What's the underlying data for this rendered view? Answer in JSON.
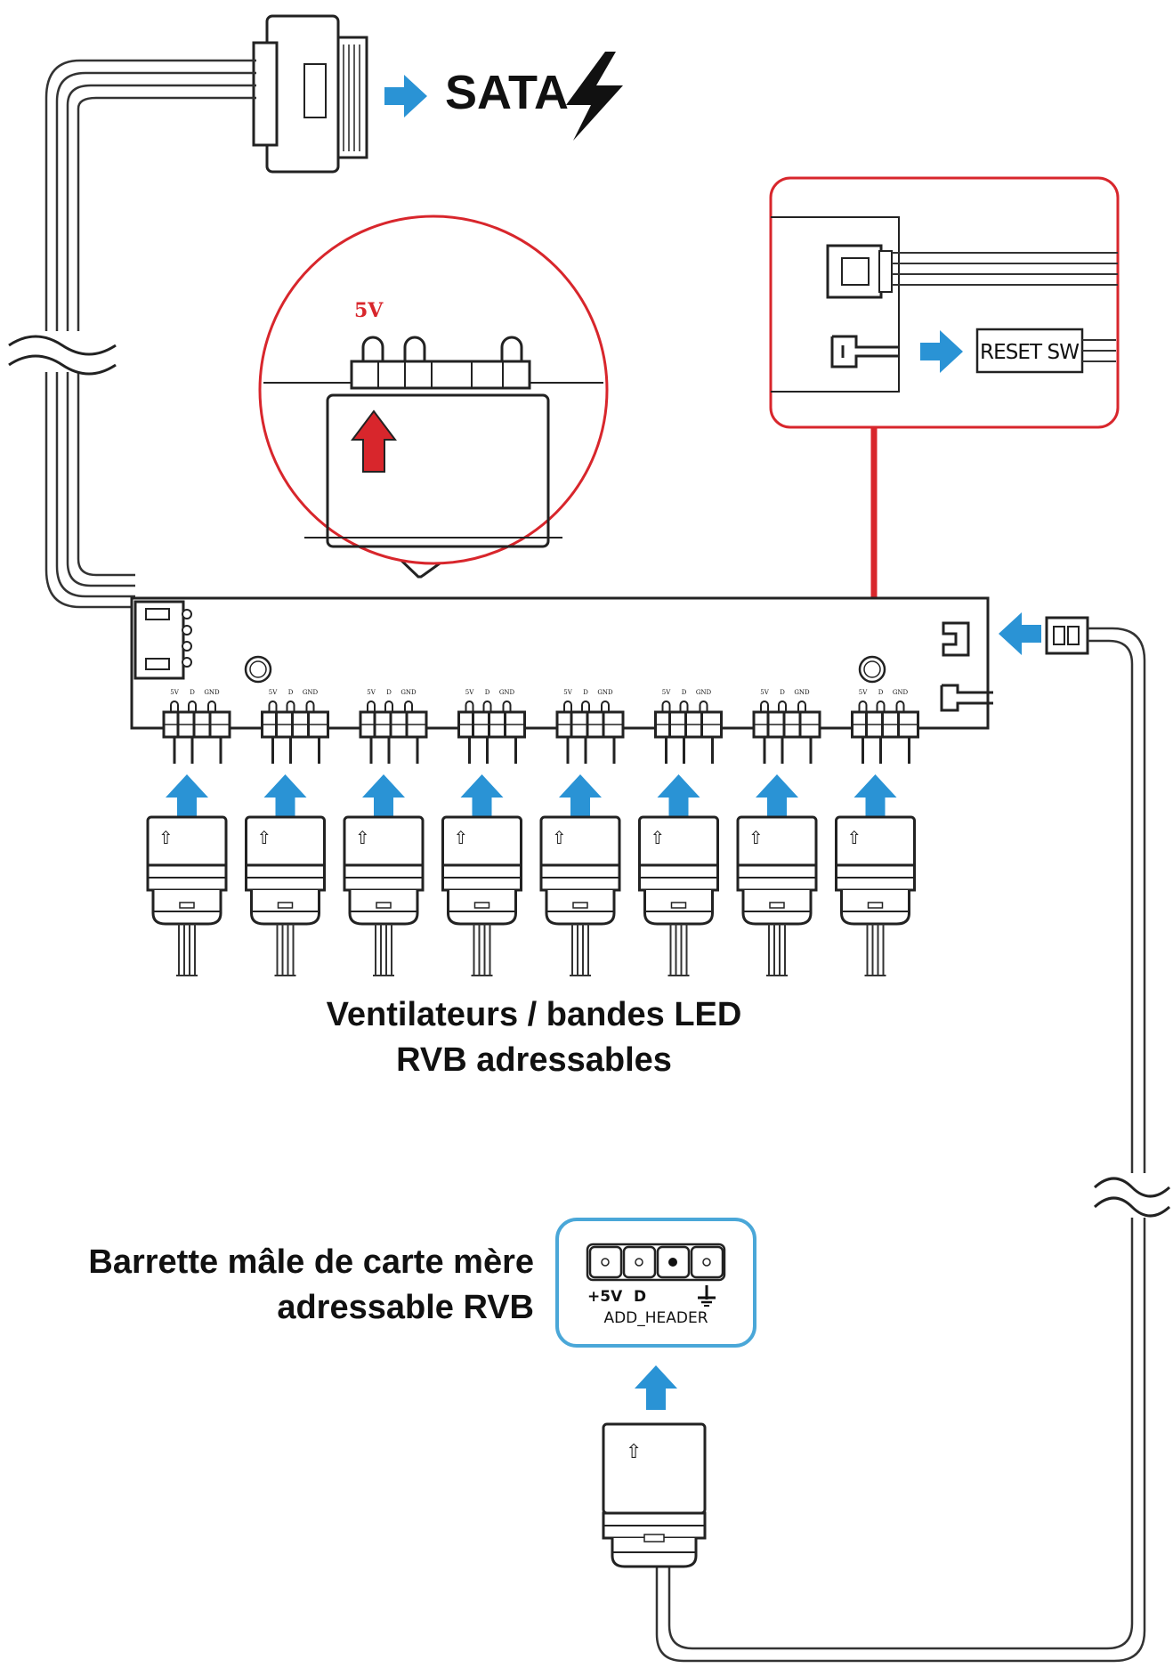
{
  "labels": {
    "sata": "SATA",
    "zoom_5v": "5V",
    "reset_sw": "RESET SW",
    "fans_line1": "Ventilateurs / bandes LED",
    "fans_line2": "RVB adressables",
    "mb_line1": "Barrette mâle de carte mère",
    "mb_line2": "adressable RVB",
    "header_pin_5v": "+5V",
    "header_pin_d": "D",
    "header_name": "ADD_HEADER",
    "pin_5v": "5V",
    "pin_d": "D",
    "pin_gnd": "GND",
    "connector_arrow": "⇧"
  },
  "hub": {
    "port_count": 8
  },
  "colors": {
    "accent_blue": "#2a93d5",
    "accent_red": "#d8262c",
    "outline": "#222222",
    "header_box": "#4aa7d8"
  },
  "icons": [
    "lightning-bolt-icon",
    "blue-arrow-icon",
    "red-up-arrow-icon",
    "cable-break-icon",
    "ground-symbol-icon"
  ]
}
